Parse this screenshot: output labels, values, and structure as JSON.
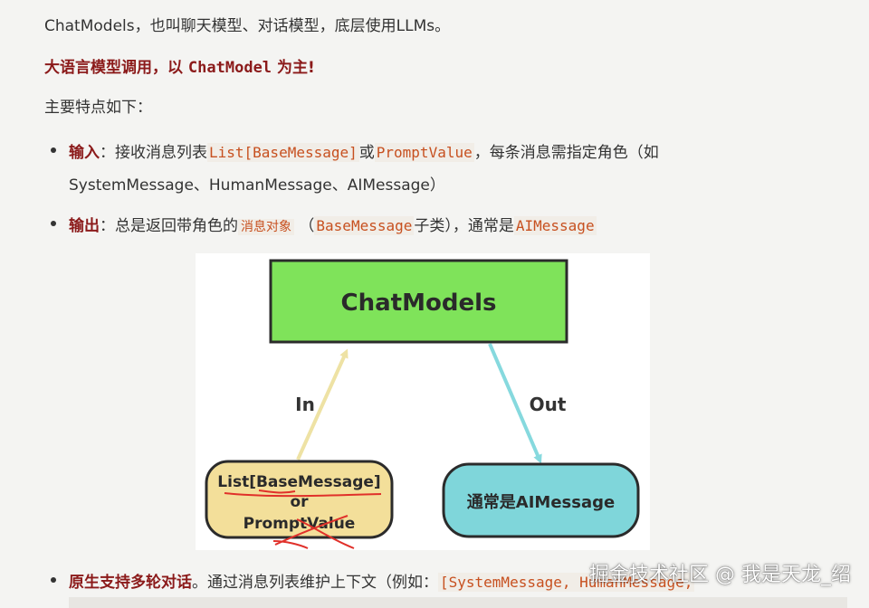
{
  "intro": {
    "line1": "ChatModels，也叫聊天模型、对话模型，底层使用LLMs。",
    "bold_prefix": "大语言模型调用，以 ",
    "bold_code": "ChatModel",
    "bold_suffix": " 为主!",
    "features_heading": "主要特点如下："
  },
  "bullets": [
    {
      "label": "输入",
      "sep": "：",
      "text1": "接收消息列表",
      "code1": "List[BaseMessage]",
      "text2": "或",
      "code2": "PromptValue",
      "text3": "，每条消息需指定角色（如",
      "line2": "SystemMessage、HumanMessage、AIMessage）"
    },
    {
      "label": "输出",
      "sep": "：",
      "text1": "总是返回带角色的",
      "code1": "消息对象",
      "text2": "（",
      "code2": "BaseMessage",
      "text3": "子类），通常是",
      "code3": "AIMessage"
    },
    {
      "label": "原生支持多轮对话",
      "text1": "。通过消息列表维护上下文（例如：",
      "code1": "[SystemMessage, HumanMessage,"
    }
  ],
  "diagram": {
    "top_box": "ChatModels",
    "in_label": "In",
    "out_label": "Out",
    "left_box_line1": "List[BaseMessage]",
    "left_box_line2": "or",
    "left_box_line3": "PromptValue",
    "right_box": "通常是AIMessage",
    "colors": {
      "top_box_fill": "#7fe35a",
      "left_box_fill": "#f3df9a",
      "right_box_fill": "#7fd6da",
      "in_arrow": "#eee2a4",
      "out_arrow": "#86d9de",
      "red_marks": "#e0302a"
    }
  },
  "watermark": "掘金技术社区 @ 我是天龙_绍"
}
